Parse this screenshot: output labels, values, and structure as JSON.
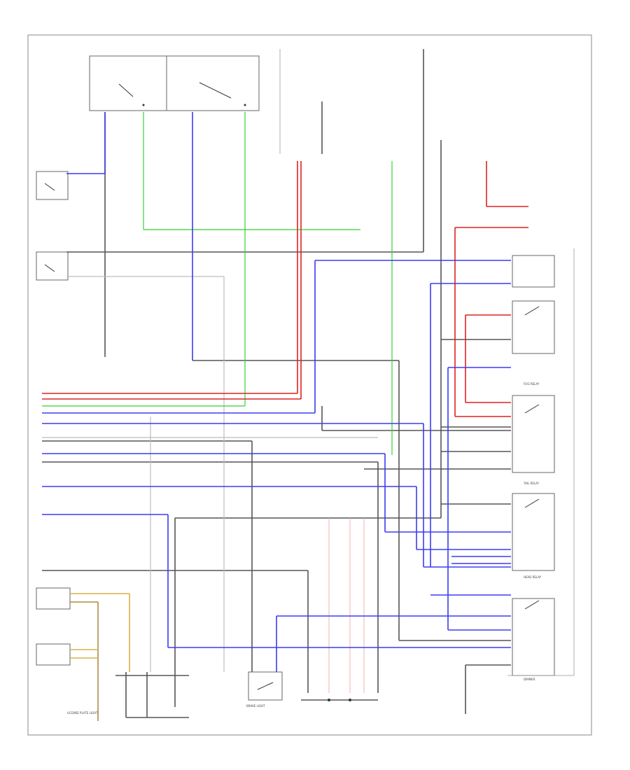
{
  "diagram": {
    "footer_code": "",
    "relay_labels": {
      "fog": "FOG RELAY",
      "tail": "TAIL RELAY",
      "head": "HEAD RELAY",
      "dimmer": "DIMMER"
    },
    "component_labels": {
      "left_bottom": "LICENSE PLATE LIGHT",
      "bottom_box": "BRAKE LIGHT"
    },
    "wire_colors": {
      "black": "#555555",
      "blue": "#3b3bf0",
      "red": "#e02020",
      "green": "#35d035",
      "yellow": "#d8b24a",
      "gray": "#bdbdbd"
    }
  }
}
